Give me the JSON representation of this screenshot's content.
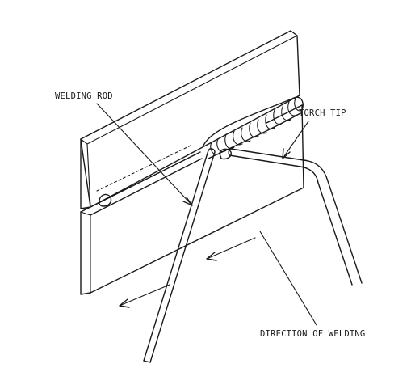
{
  "labels": {
    "welding_rod": "WELDING ROD",
    "torch_tip": "TORCH TIP",
    "direction": "DIRECTION OF WELDING"
  }
}
